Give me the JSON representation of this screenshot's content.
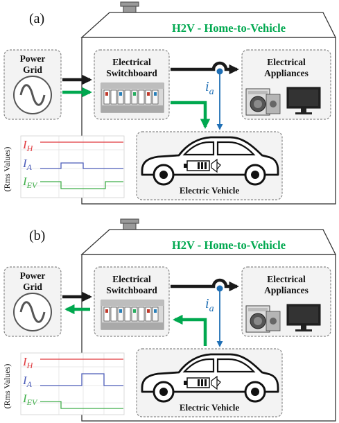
{
  "panels": [
    {
      "panel_label": "(a)",
      "house_title": "H2V - Home-to-Vehicle",
      "power_grid": {
        "line1": "Power",
        "line2": "Grid"
      },
      "switchboard": {
        "line1": "Electrical",
        "line2": "Switchboard"
      },
      "appliances": {
        "line1": "Electrical",
        "line2": "Appliances"
      },
      "current_label": "i",
      "current_sub": "a",
      "vehicle_label": "Electric Vehicle",
      "plot": {
        "y_axis_title": "(Rms Values)",
        "series": [
          {
            "name": "I",
            "sub": "H",
            "color": "#e0393e"
          },
          {
            "name": "I",
            "sub": "A",
            "color": "#4a5bb8"
          },
          {
            "name": "I",
            "sub": "EV",
            "color": "#3fae49"
          }
        ]
      },
      "colors": {
        "flow": "#00a84f",
        "power": "#1a1a1a",
        "current": "#1f6fb5"
      }
    },
    {
      "panel_label": "(b)",
      "house_title": "H2V - Home-to-Vehicle",
      "power_grid": {
        "line1": "Power",
        "line2": "Grid"
      },
      "switchboard": {
        "line1": "Electrical",
        "line2": "Switchboard"
      },
      "appliances": {
        "line1": "Electrical",
        "line2": "Appliances"
      },
      "current_label": "i",
      "current_sub": "a",
      "vehicle_label": "Electric Vehicle",
      "plot": {
        "y_axis_title": "(Rms Values)",
        "series": [
          {
            "name": "I",
            "sub": "H",
            "color": "#e0393e"
          },
          {
            "name": "I",
            "sub": "A",
            "color": "#4a5bb8"
          },
          {
            "name": "I",
            "sub": "EV",
            "color": "#3fae49"
          }
        ]
      },
      "colors": {
        "flow": "#00a84f",
        "power": "#1a1a1a",
        "current": "#1f6fb5"
      }
    }
  ]
}
